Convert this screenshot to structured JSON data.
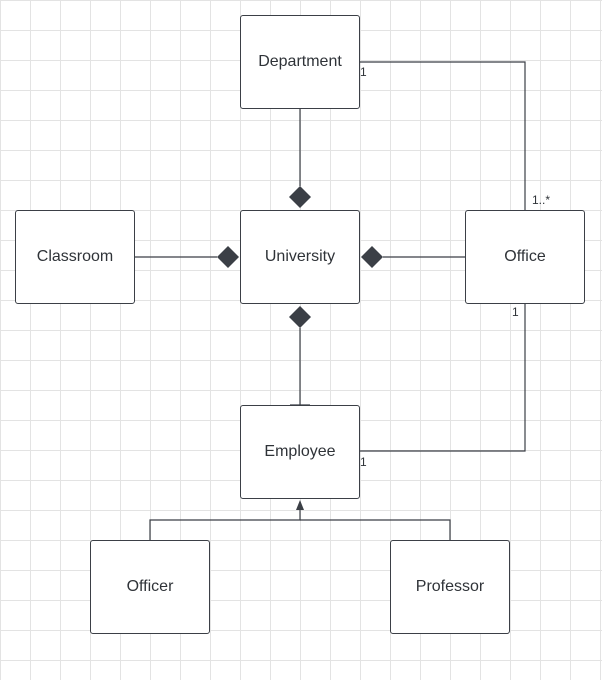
{
  "diagram": {
    "classes": {
      "department": "Department",
      "university": "University",
      "classroom": "Classroom",
      "office": "Office",
      "employee": "Employee",
      "officer": "Officer",
      "professor": "Professor"
    },
    "multiplicities": {
      "department_office": "1",
      "office_department": "1..*",
      "office_employee": "1",
      "employee_office": "1"
    }
  },
  "colors": {
    "stroke": "#3b3f46",
    "text": "#2f3338",
    "grid": "#e3e3e3",
    "background": "#ffffff"
  }
}
